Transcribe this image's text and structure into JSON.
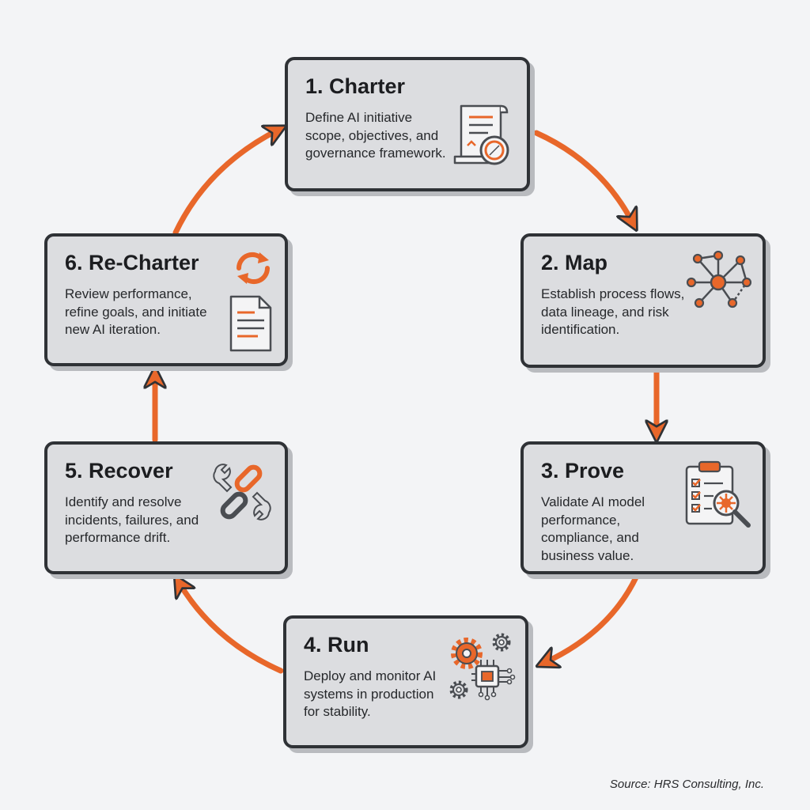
{
  "steps": [
    {
      "id": "charter",
      "title": "1. Charter",
      "description": "Define AI initiative scope, objectives, and governance framework.",
      "icon": "document-compass-icon"
    },
    {
      "id": "map",
      "title": "2. Map",
      "description": "Establish process flows, data lineage, and risk identification.",
      "icon": "network-nodes-icon"
    },
    {
      "id": "prove",
      "title": "3. Prove",
      "description": "Validate AI model performance, compliance, and business value.",
      "icon": "clipboard-magnifier-icon"
    },
    {
      "id": "run",
      "title": "4. Run",
      "description": "Deploy and monitor AI systems in production for stability.",
      "icon": "gears-chip-icon"
    },
    {
      "id": "recover",
      "title": "5. Recover",
      "description": "Identify and resolve incidents, failures, and performance drift.",
      "icon": "wrench-chain-icon"
    },
    {
      "id": "recharter",
      "title": "6. Re-Charter",
      "description": "Review performance, refine goals, and initiate new AI iteration.",
      "icon": "refresh-document-icon"
    }
  ],
  "source": "Source: HRS Consulting, Inc.",
  "colors": {
    "accent": "#e8672a",
    "card_bg": "#dcdde0",
    "card_border": "#2f3236",
    "icon_stroke": "#4a4d52",
    "background": "#f3f4f6"
  }
}
